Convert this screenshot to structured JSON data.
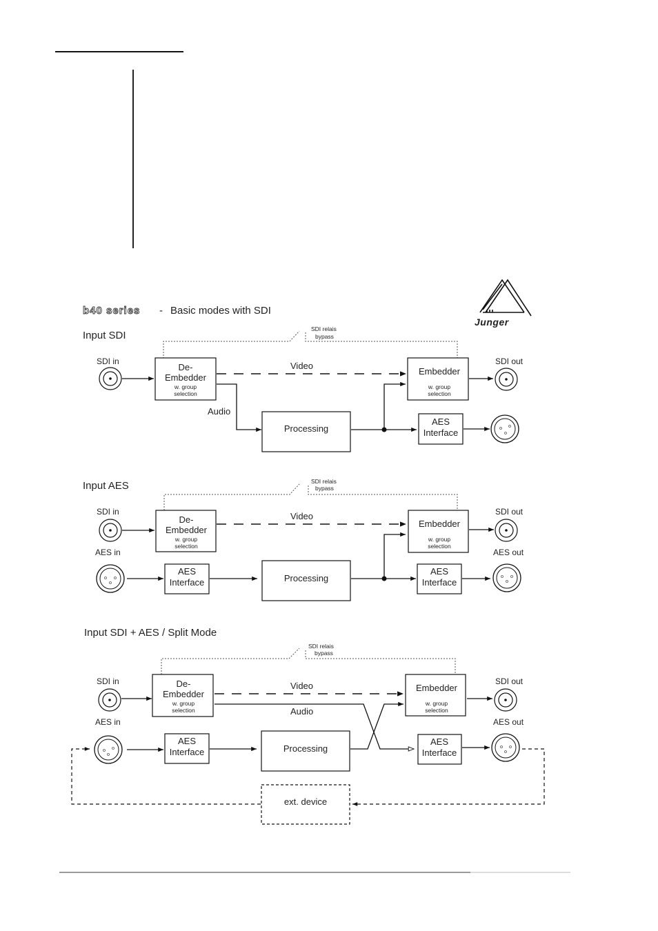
{
  "header": {
    "rule": "top-rule",
    "margin_bar": "margin-bar"
  },
  "figure": {
    "series_name": "b40 series",
    "separator": "-",
    "title": "Basic modes with SDI",
    "logo_text": "Junger"
  },
  "common": {
    "relay_label_line1": "SDI relais",
    "relay_label_line2": "bypass",
    "deembedder_line1": "De-",
    "deembedder_line2": "Embedder",
    "group_line1": "w. group",
    "group_line2": "selection",
    "embedder": "Embedder",
    "aes_line1": "AES",
    "aes_line2": "Interface",
    "processing": "Processing",
    "video": "Video",
    "audio": "Audio",
    "sdi_in": "SDI in",
    "sdi_out": "SDI out",
    "aes_in": "AES in",
    "aes_out": "AES out",
    "ext_device": "ext. device"
  },
  "sections": [
    {
      "title": "Input SDI"
    },
    {
      "title": "Input AES"
    },
    {
      "title": "Input SDI + AES / Split Mode"
    }
  ],
  "colors": {
    "line": "#111111",
    "dotted": "#555555",
    "footer_rule": "#999999",
    "footer_rule_light": "#dddddd"
  }
}
